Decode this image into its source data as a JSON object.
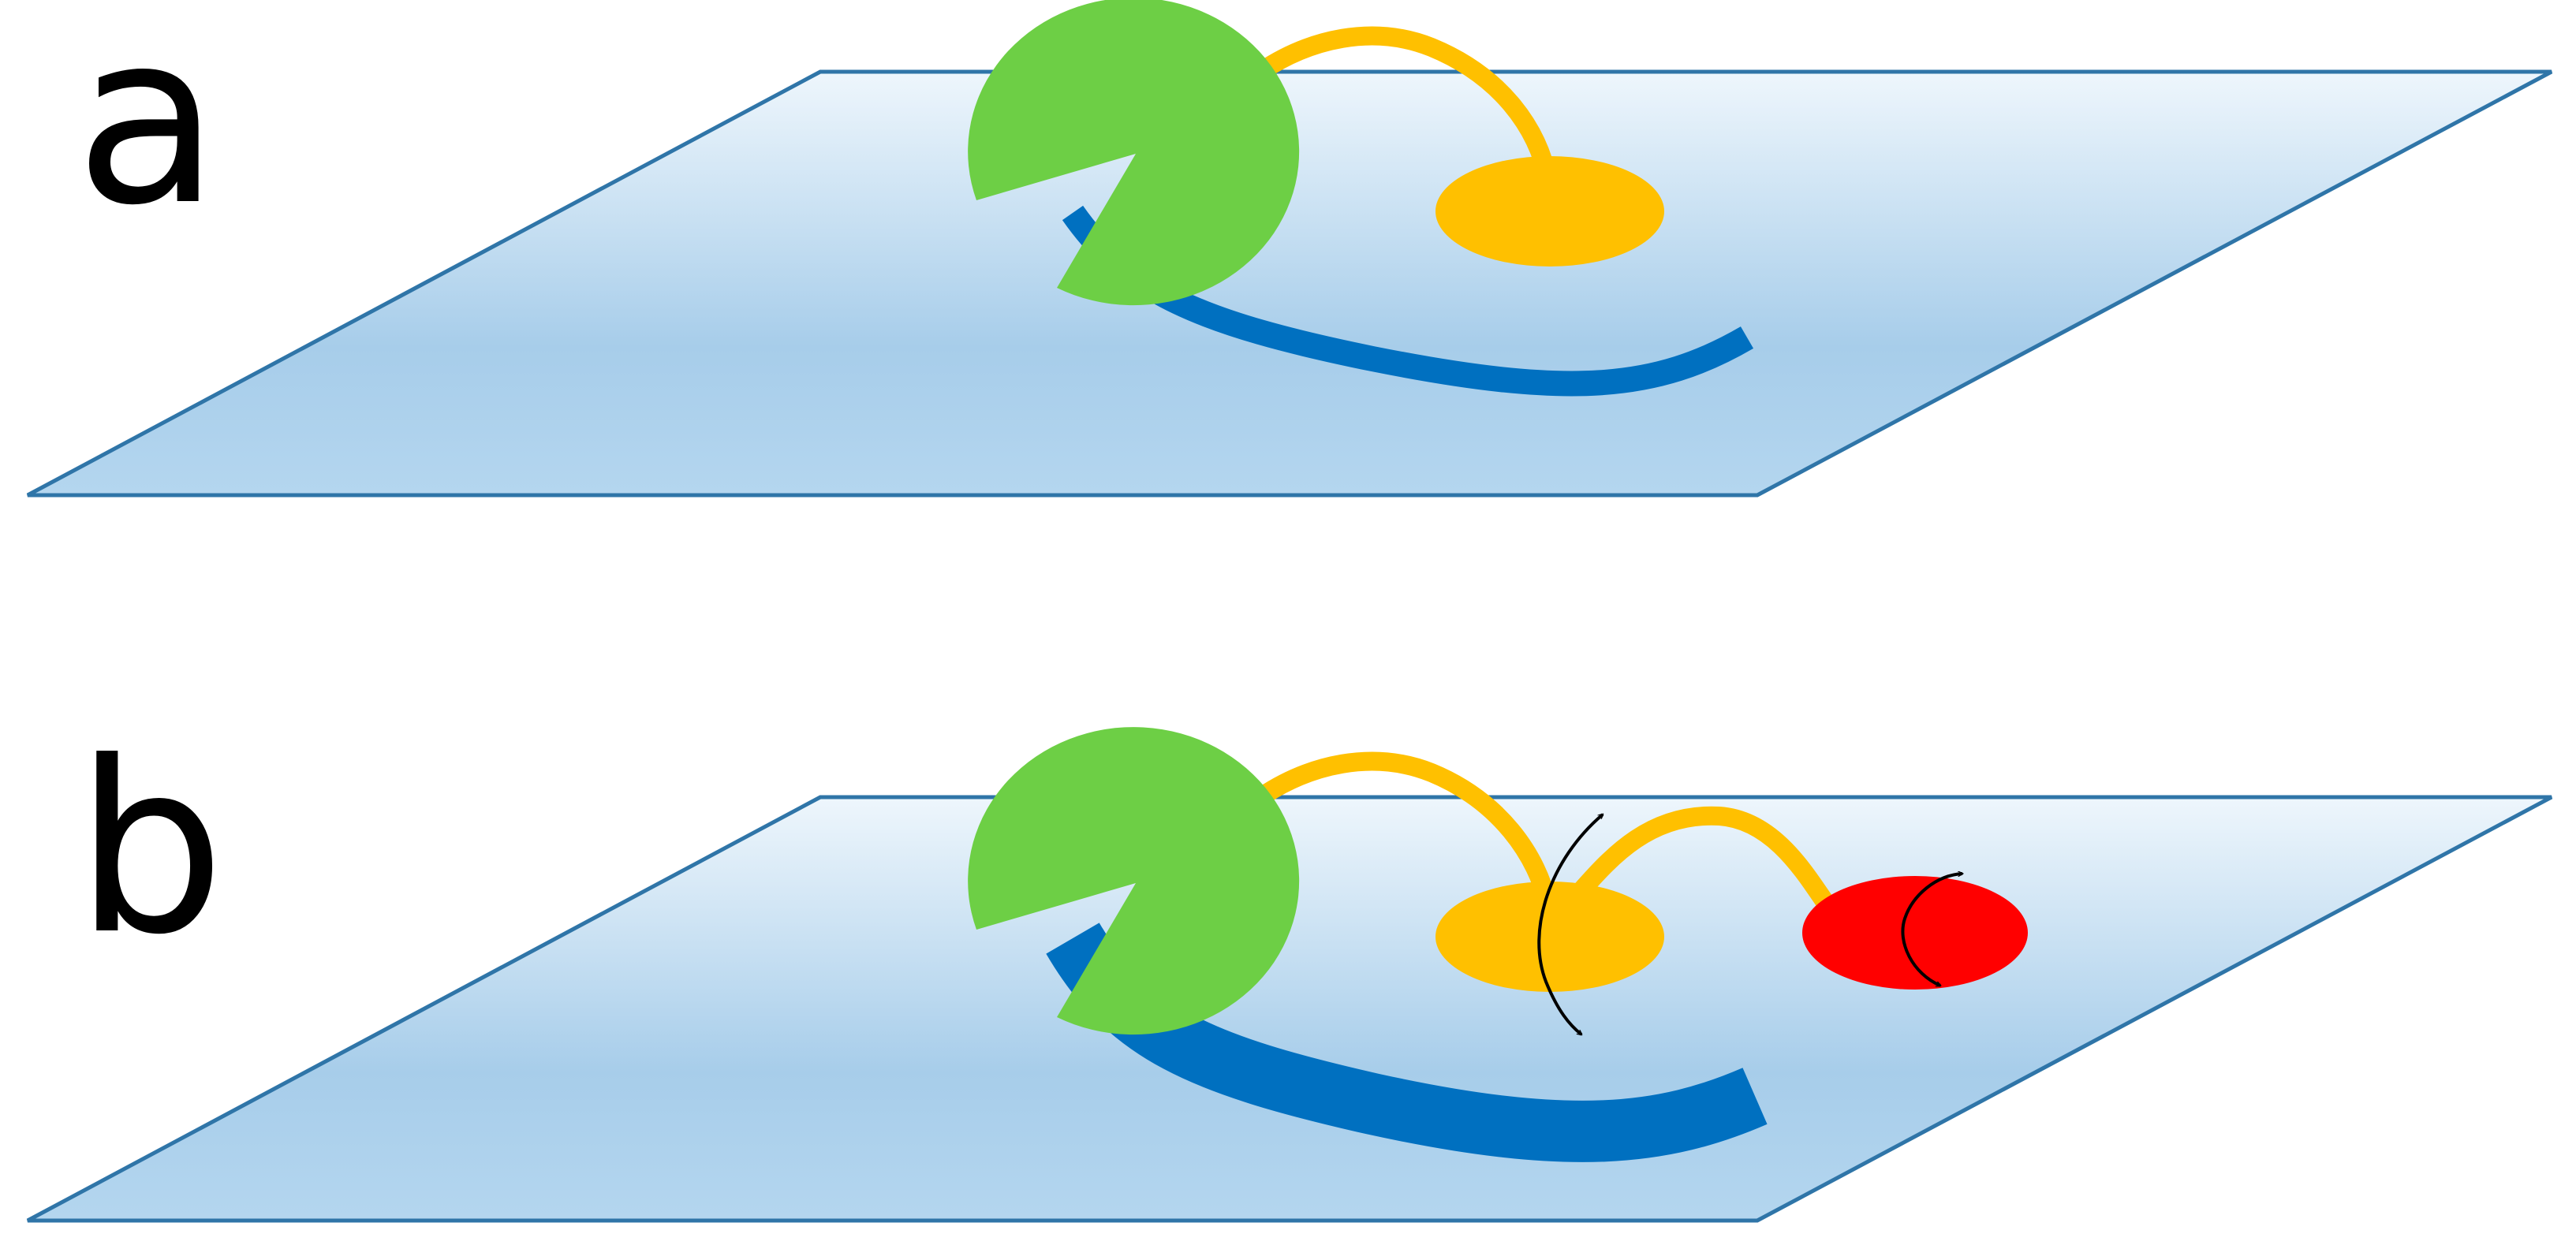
{
  "panels": [
    {
      "label": "a",
      "modulators": 0
    },
    {
      "label": "b",
      "modulators": 1
    }
  ],
  "colors": {
    "membrane_fill_light": "#EEF6FC",
    "membrane_fill_dark": "#A7CDEA",
    "membrane_outline": "#2F75A8",
    "enzyme": "#6DCF45",
    "tether": "#FFC000",
    "bound_domain": "#FFC000",
    "added_domain": "#FF0000",
    "substrate": "#0070C0",
    "arrow": "#000000"
  },
  "icons": {
    "enzyme": "pacman-circle-icon",
    "bound_domain": "ellipse-icon",
    "added_domain": "ellipse-icon",
    "motion": "double-headed-curved-arrow-icon"
  }
}
